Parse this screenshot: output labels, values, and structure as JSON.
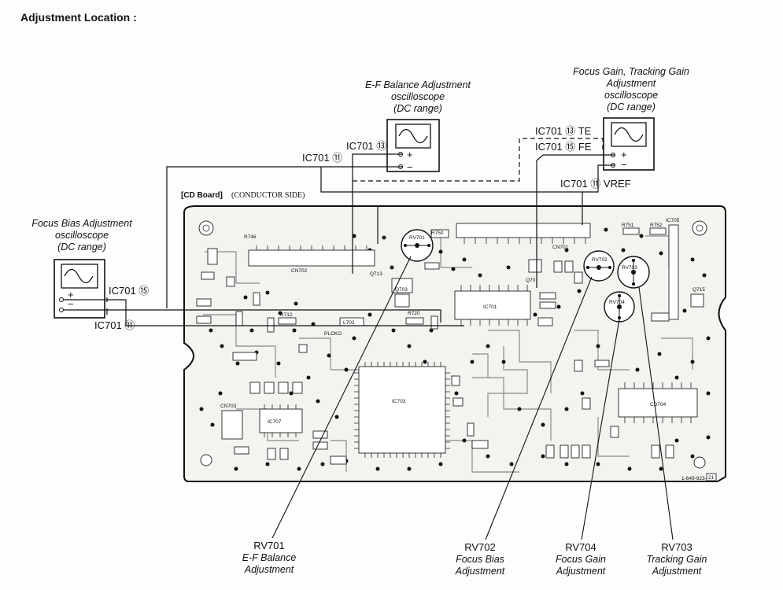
{
  "title": "Adjustment Location :",
  "board_label": {
    "name": "[CD Board]",
    "side": "(CONDUCTOR SIDE)"
  },
  "instruments": {
    "ef": {
      "lines": [
        "E-F Balance Adjustment",
        "oscilloscope",
        "(DC range)"
      ],
      "plus": "+",
      "minus": "−"
    },
    "fg": {
      "lines": [
        "Focus Gain, Tracking Gain",
        "Adjustment",
        "oscilloscope",
        "(DC range)"
      ],
      "plus": "+",
      "minus": "−"
    },
    "fb": {
      "lines": [
        "Focus Bias Adjustment",
        "oscilloscope",
        "(DC range)"
      ],
      "plus": "+",
      "minus": "−"
    }
  },
  "pin_labels": {
    "ic701_11_top": "IC701 ⑪",
    "ic701_13": "IC701 ⑬",
    "ic701_13_te": "IC701 ⑬ TE",
    "ic701_15_fe": "IC701 ⑮ FE",
    "ic701_11_vref": "IC701 ⑪ VREF",
    "ic701_15_left": "IC701 ⑮",
    "ic701_11_left": "IC701 ⑪"
  },
  "callouts": [
    {
      "ref": "RV701",
      "lines": [
        "E-F Balance",
        "Adjustment"
      ]
    },
    {
      "ref": "RV702",
      "lines": [
        "Focus Bias",
        "Adjustment"
      ]
    },
    {
      "ref": "RV704",
      "lines": [
        "Focus Gain",
        "Adjustment"
      ]
    },
    {
      "ref": "RV703",
      "lines": [
        "Tracking Gain",
        "Adjustment"
      ]
    }
  ],
  "components": {
    "ic701": "IC701",
    "ic703": "IC703",
    "ic704": "CD704",
    "ic707": "IC707",
    "ic705": "IC705",
    "cn701": "CN701",
    "cn702": "CN702",
    "cn703": "CN703",
    "rv701": "RV701",
    "rv702": "RV702",
    "rv703": "RV703",
    "rv704": "RV704",
    "q703": "Q703",
    "q713": "Q713",
    "q70": "Q70",
    "q715": "Q715",
    "r750": "R750",
    "r751": "R751",
    "r752": "R752",
    "r746": "R746",
    "l702": "L702",
    "r712": "R712",
    "r720": "R720",
    "pldck": "PLCKO",
    "board_no": "1-649-923-",
    "board_rev": "21"
  }
}
